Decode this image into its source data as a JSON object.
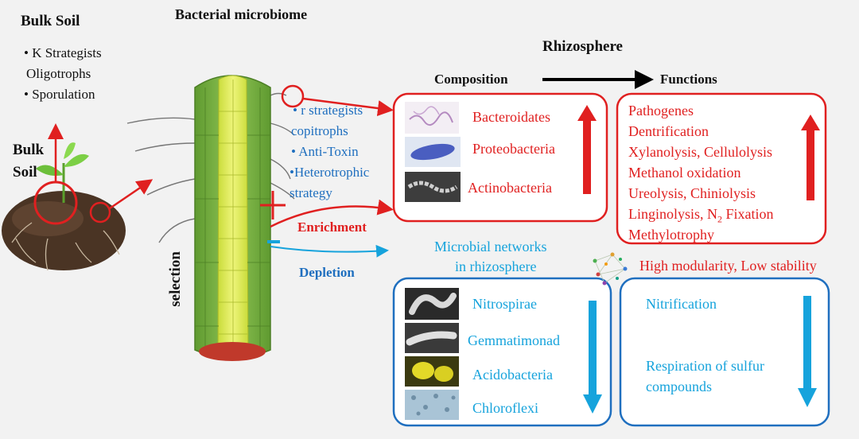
{
  "bulk_soil_heading": "Bulk Soil",
  "bulk_soil_traits": [
    "• K Strategists",
    "Oligotrophs",
    "• Sporulation"
  ],
  "bulk_soil_label": [
    "Bulk",
    "Soil"
  ],
  "bacterial_microbiome": "Bacterial microbiome",
  "selection": "selection",
  "root_traits": [
    "• r strategists",
    "copitrophs",
    "• Anti-Toxin",
    "•Heterotrophic",
    "strategy"
  ],
  "enrichment": "Enrichment",
  "depletion": "Depletion",
  "rhizosphere": "Rhizosphere",
  "composition": "Composition",
  "functions": "Functions",
  "enriched_taxa": [
    "Bacteroidates",
    "Proteobacteria",
    "Actinobacteria"
  ],
  "enriched_functions": [
    "Pathogenes",
    "Dentrification",
    "Xylanolysis, Cellulolysis",
    "Methanol oxidation",
    "Ureolysis, Chiniolysis",
    "Linginolysis, N",
    "2",
    " Fixation",
    "Methylotrophy"
  ],
  "networks": [
    "Microbial networks",
    "in rhizosphere"
  ],
  "network_property": "High modularity, Low stability",
  "depleted_taxa": [
    "Nitrospirae",
    "Gemmatimonad",
    "Acidobacteria",
    "Chloroflexi"
  ],
  "depleted_functions": [
    "Nitrification",
    "Respiration of sulfur",
    "compounds"
  ],
  "colors": {
    "enrich": "#e02020",
    "deplete": "#16a3dc",
    "box_blue": "#1f6fbf",
    "root_green": "#6fae3c",
    "stele_yellow": "#d8e84a",
    "soil": "#4a3424"
  }
}
